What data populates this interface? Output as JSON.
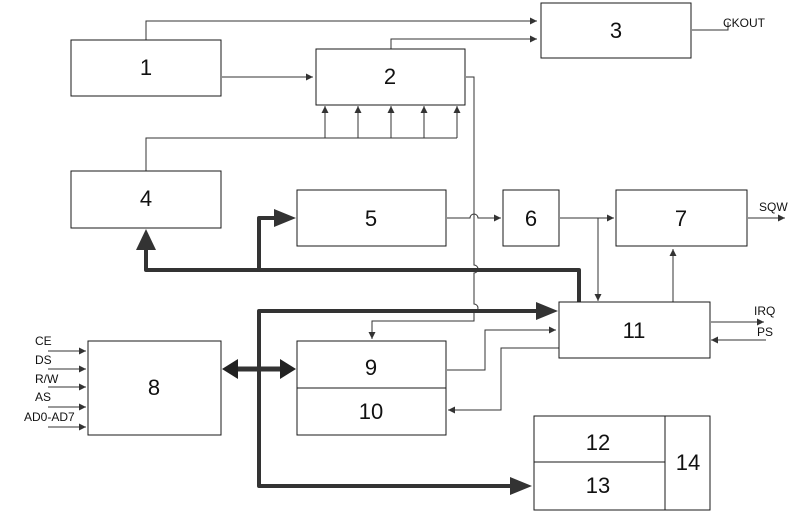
{
  "blocks": {
    "b1": "1",
    "b2": "2",
    "b3": "3",
    "b4": "4",
    "b5": "5",
    "b6": "6",
    "b7": "7",
    "b8": "8",
    "b9": "9",
    "b10": "10",
    "b11": "11",
    "b12": "12",
    "b13": "13",
    "b14": "14"
  },
  "signals": {
    "ckout": "CKOUT",
    "sqw": "SQW",
    "irq": "IRQ",
    "ps": "PS",
    "ce": "CE",
    "ds": "DS",
    "rw": "R/W",
    "as": "AS",
    "ad": "AD0-AD7"
  },
  "colors": {
    "line": "#333333",
    "border": "#1a1a1a"
  }
}
